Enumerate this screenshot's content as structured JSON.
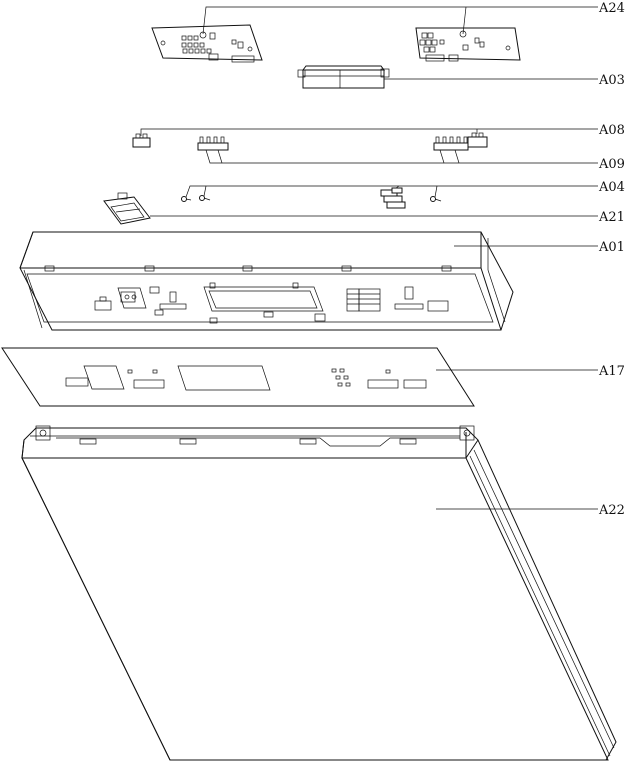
{
  "labels": {
    "a24": "A24",
    "a03": "A03",
    "a08": "A08",
    "a09": "A09",
    "a04": "A04",
    "a21": "A21",
    "a01": "A01",
    "a17": "A17",
    "a22": "A22"
  },
  "colors": {
    "line": "#111111",
    "background": "#ffffff"
  }
}
